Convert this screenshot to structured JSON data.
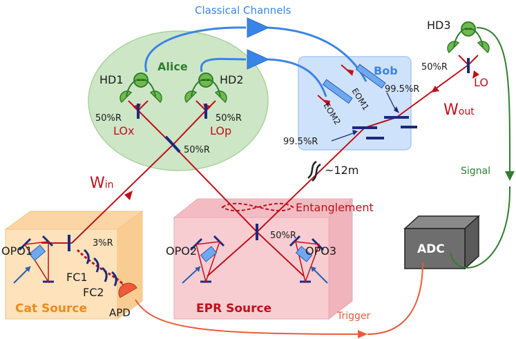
{
  "colors": {
    "beam": "#c0101a",
    "classical": "#3a84e8",
    "signal": "#2f7d2f",
    "trigger": "#ec5a3a",
    "optic": "#1a2a80",
    "alice_fill": "#cde6c6",
    "bob_fill": "#cfe2fb",
    "cat_fill": "#fde2bb",
    "epr_fill": "#f7cdd2",
    "detector": "#6fba4a"
  },
  "labels": {
    "classical_channels": "Classical Channels",
    "alice": "Alice",
    "bob": "Bob",
    "hd1": "HD1",
    "hd2": "HD2",
    "hd3": "HD3",
    "r50_hd1": "50%R",
    "r50_hd2": "50%R",
    "r50_alice": "50%R",
    "r50_hd3": "50%R",
    "r50_epr": "50%R",
    "r995_top": "99.5%R",
    "r995_bottom": "99.5%R",
    "r3": "3%R",
    "lox": "LOx",
    "lop": "LOp",
    "lo": "LO",
    "w_in_main": "W",
    "w_in_sub": "in",
    "w_out_main": "W",
    "w_out_sub": "out",
    "eom1": "EOM1",
    "eom2": "EOM2",
    "distance": "~12m",
    "entanglement": "Entanglement",
    "signal": "Signal",
    "adc": "ADC",
    "trigger": "Trigger",
    "opo1": "OPO1",
    "opo2": "OPO2",
    "opo3": "OPO3",
    "fc1": "FC1",
    "fc2": "FC2",
    "apd": "APD",
    "cat_source": "Cat Source",
    "epr_source": "EPR Source"
  },
  "icons": {
    "homodyne_detector": "detector-icon",
    "classical_amplifier": "triangle-icon",
    "photodiode": "half-disc-icon"
  }
}
